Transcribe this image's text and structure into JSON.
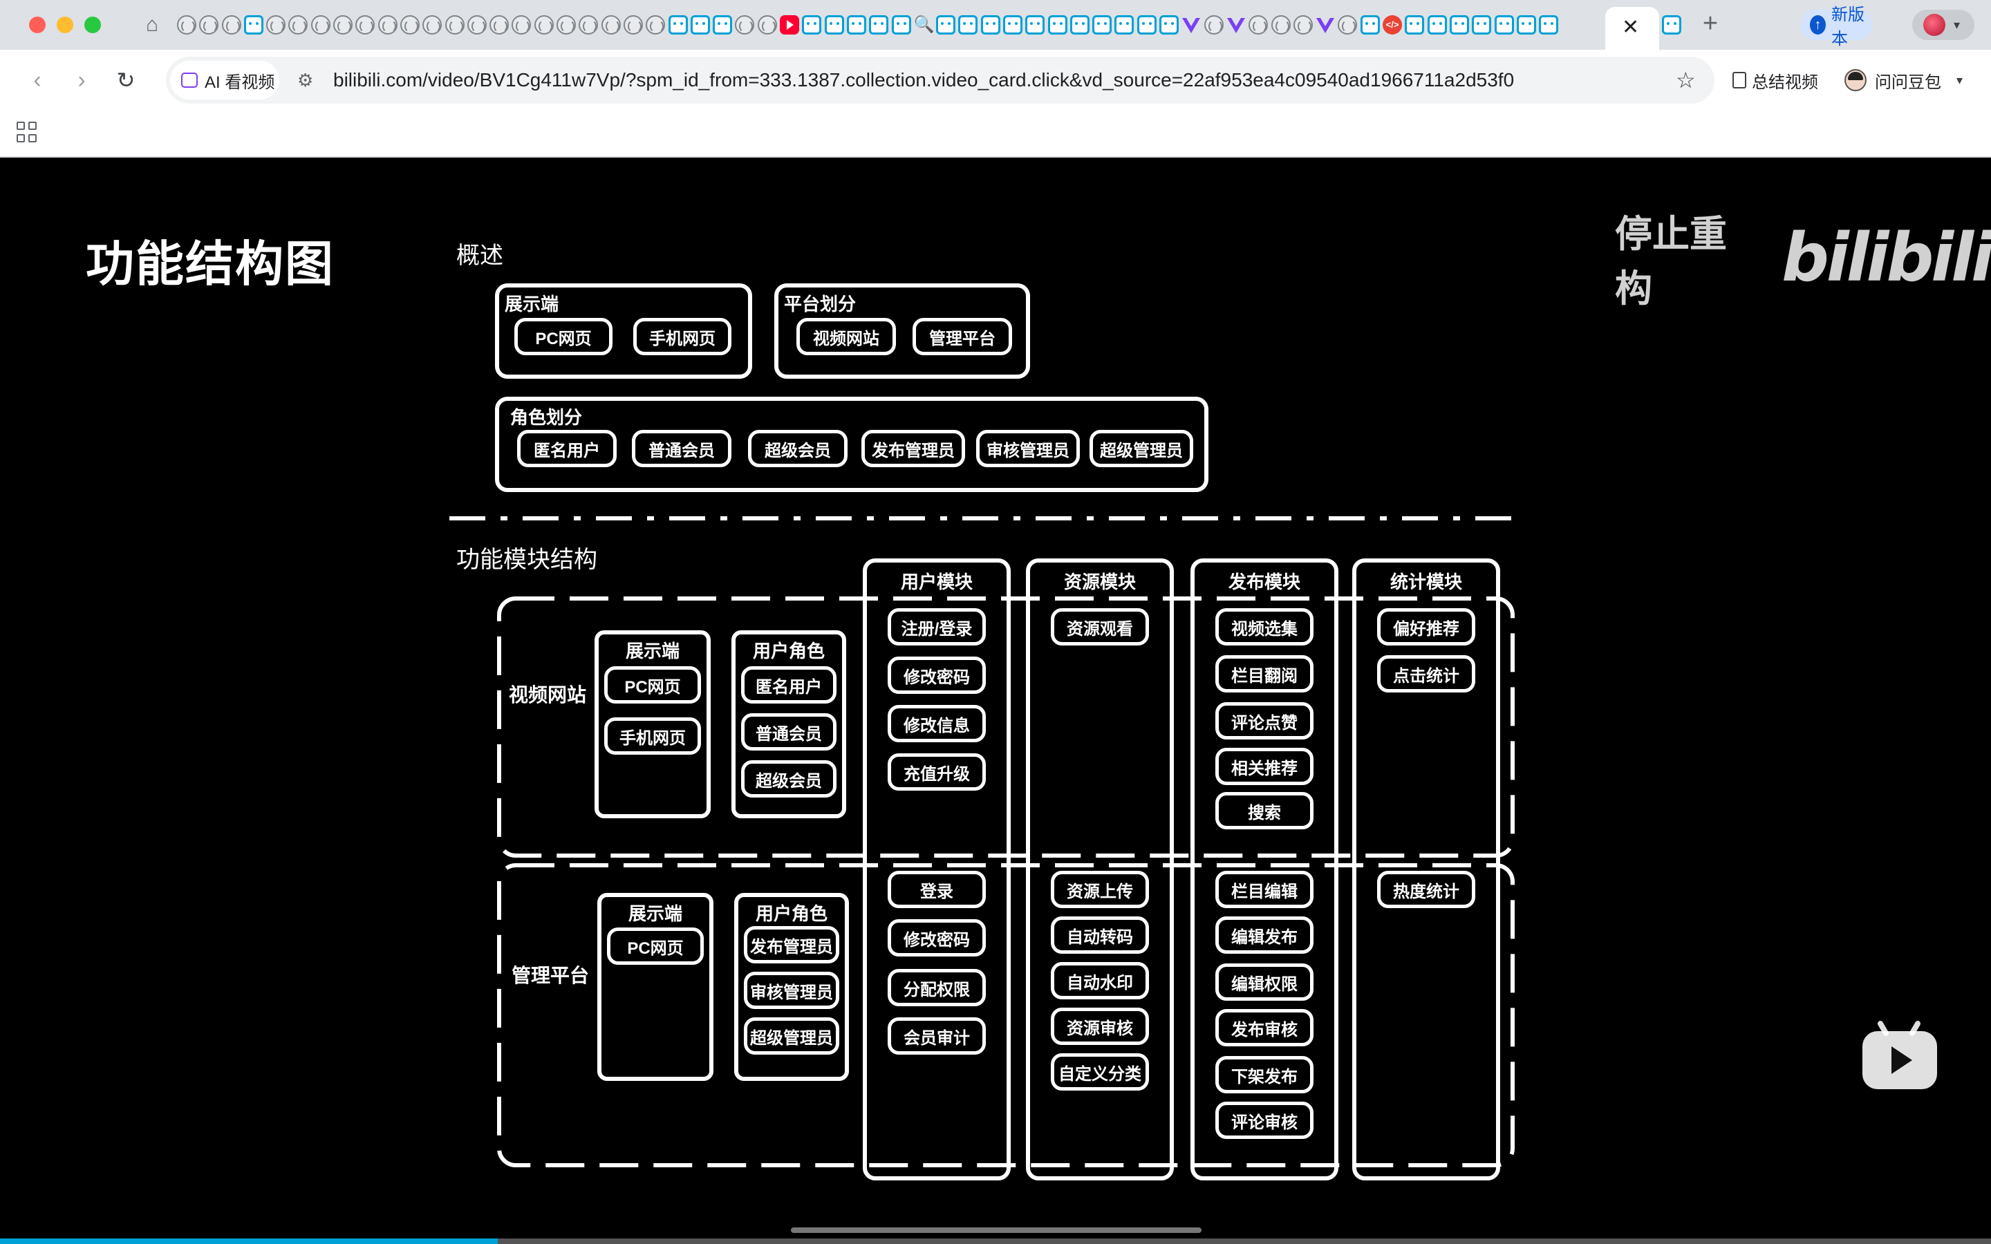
{
  "browser": {
    "tab_icons": [
      "globe",
      "globe",
      "globe",
      "bili",
      "globe",
      "globe",
      "globe",
      "globe",
      "globe",
      "globe",
      "globe",
      "globe",
      "globe",
      "globe",
      "globe",
      "globe",
      "globe",
      "globe",
      "globe",
      "globe",
      "globe",
      "globe",
      "bili",
      "bili",
      "bili",
      "globe",
      "globe",
      "yt",
      "bili",
      "bili",
      "bili",
      "bili",
      "bili",
      "search",
      "bili",
      "bili",
      "bili",
      "bili",
      "bili",
      "bili",
      "bili",
      "bili",
      "bili",
      "bili",
      "bili",
      "vue",
      "globe",
      "vue",
      "globe",
      "globe",
      "globe",
      "vue",
      "globe",
      "bili",
      "code",
      "bili",
      "bili",
      "bili",
      "bili",
      "bili",
      "bili",
      "bili"
    ],
    "update_label": "新版本",
    "ai_chip_label": "AI 看视频",
    "url": "bilibili.com/video/BV1Cg411w7Vp/?spm_id_from=333.1387.collection.video_card.click&vd_source=22af953ea4c09540ad1966711a2d53f0",
    "summary_label": "总结视频",
    "doubao_label": "问问豆包"
  },
  "slide": {
    "title": "功能结构图",
    "watermark_text": "停止重构",
    "watermark_logo": "bilibili",
    "overview_label": "概述",
    "modules_label": "功能模块结构",
    "overview": {
      "display": {
        "title": "展示端",
        "items": [
          "PC网页",
          "手机网页"
        ]
      },
      "platform": {
        "title": "平台划分",
        "items": [
          "视频网站",
          "管理平台"
        ]
      },
      "roles": {
        "title": "角色划分",
        "items": [
          "匿名用户",
          "普通会员",
          "超级会员",
          "发布管理员",
          "审核管理员",
          "超级管理员"
        ]
      }
    },
    "rows": {
      "site": {
        "label": "视频网站",
        "display": {
          "title": "展示端",
          "items": [
            "PC网页",
            "手机网页"
          ]
        },
        "roles": {
          "title": "用户角色",
          "items": [
            "匿名用户",
            "普通会员",
            "超级会员"
          ]
        }
      },
      "admin": {
        "label": "管理平台",
        "display": {
          "title": "展示端",
          "items": [
            "PC网页"
          ]
        },
        "roles": {
          "title": "用户角色",
          "items": [
            "发布管理员",
            "审核管理员",
            "超级管理员"
          ]
        }
      }
    },
    "modules": [
      {
        "title": "用户模块",
        "site": [
          "注册/登录",
          "修改密码",
          "修改信息",
          "充值升级"
        ],
        "admin": [
          "登录",
          "修改密码",
          "分配权限",
          "会员审计"
        ]
      },
      {
        "title": "资源模块",
        "site": [
          "资源观看"
        ],
        "admin": [
          "资源上传",
          "自动转码",
          "自动水印",
          "资源审核",
          "自定义分类"
        ]
      },
      {
        "title": "发布模块",
        "site": [
          "视频选集",
          "栏目翻阅",
          "评论点赞",
          "相关推荐",
          "搜索"
        ],
        "admin": [
          "栏目编辑",
          "编辑发布",
          "编辑权限",
          "发布审核",
          "下架发布",
          "评论审核"
        ]
      },
      {
        "title": "统计模块",
        "site": [
          "偏好推荐",
          "点击统计"
        ],
        "admin": [
          "热度统计"
        ]
      }
    ]
  },
  "player": {
    "progress": 0.25
  }
}
